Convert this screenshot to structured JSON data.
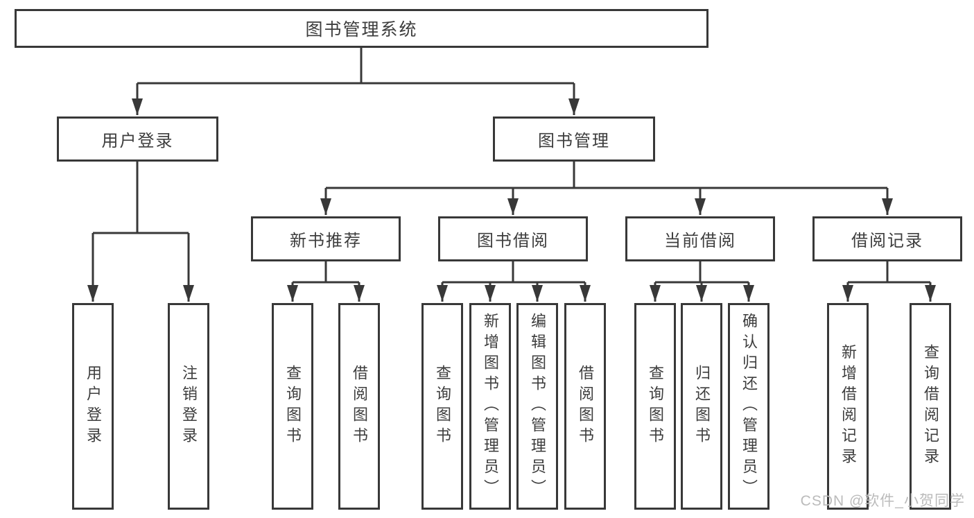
{
  "colors": {
    "line": "#383838",
    "text": "#3d3d3d",
    "box_fill": "#ffffff",
    "watermark": "#bbbbbb",
    "background": "#ffffff"
  },
  "tree": {
    "root": {
      "label": "图书管理系统",
      "children": [
        {
          "label": "用户登录",
          "children": [
            {
              "label": "用户登录"
            },
            {
              "label": "注销登录"
            }
          ]
        },
        {
          "label": "图书管理",
          "children": [
            {
              "label": "新书推荐",
              "children": [
                {
                  "label": "查询图书"
                },
                {
                  "label": "借阅图书"
                }
              ]
            },
            {
              "label": "图书借阅",
              "children": [
                {
                  "label": "查询图书"
                },
                {
                  "label": "新增图书（管理员）"
                },
                {
                  "label": "编辑图书（管理员）"
                },
                {
                  "label": "借阅图书"
                }
              ]
            },
            {
              "label": "当前借阅",
              "children": [
                {
                  "label": "查询图书"
                },
                {
                  "label": "归还图书"
                },
                {
                  "label": "确认归还（管理员）"
                }
              ]
            },
            {
              "label": "借阅记录",
              "children": [
                {
                  "label": "新增借阅记录"
                },
                {
                  "label": "查询借阅记录"
                }
              ]
            }
          ]
        }
      ]
    }
  },
  "watermark": {
    "text": "CSDN @软件_小贺同学"
  }
}
